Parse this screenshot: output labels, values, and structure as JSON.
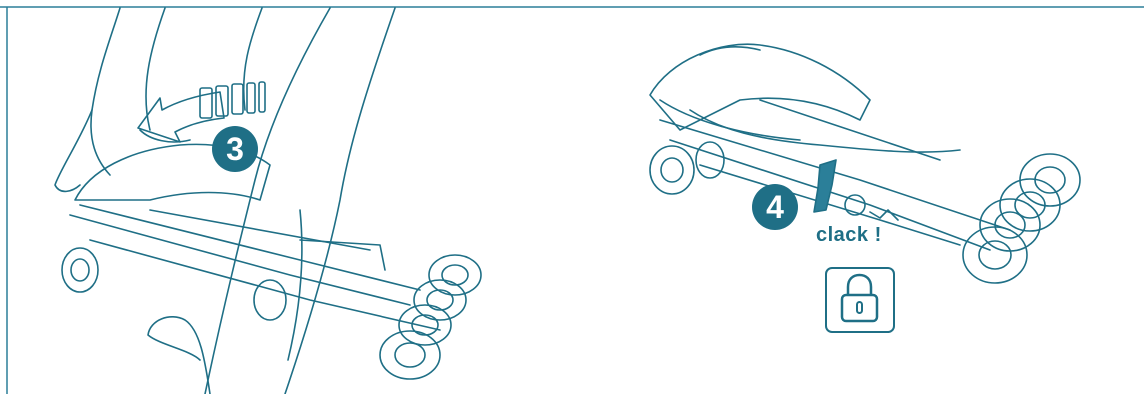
{
  "steps": {
    "step_3": "3",
    "step_4": "4"
  },
  "sound_label": "clack !",
  "colors": {
    "line": "#1f6f86",
    "accent": "#2b7f99",
    "badge": "#1f6f86",
    "background": "#ffffff"
  },
  "icons": {
    "lock": "lock-icon",
    "arrow": "curved-arrow-icon"
  }
}
